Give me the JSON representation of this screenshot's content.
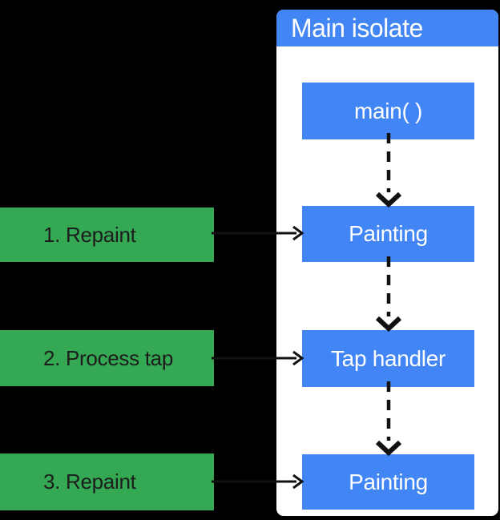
{
  "colors": {
    "background": "#000000",
    "panel": "#ffffff",
    "blue": "#4285F4",
    "green": "#34A853",
    "arrow": "#111111",
    "node_text": "#ffffff",
    "label_text": "#1c1c1c"
  },
  "isolate_panel": {
    "title": "Main isolate",
    "nodes": [
      {
        "label": "main( )"
      },
      {
        "label": "Painting"
      },
      {
        "label": "Tap handler"
      },
      {
        "label": "Painting"
      }
    ]
  },
  "step_labels": [
    {
      "label": "1. Repaint"
    },
    {
      "label": "2. Process tap"
    },
    {
      "label": "3. Repaint"
    }
  ]
}
